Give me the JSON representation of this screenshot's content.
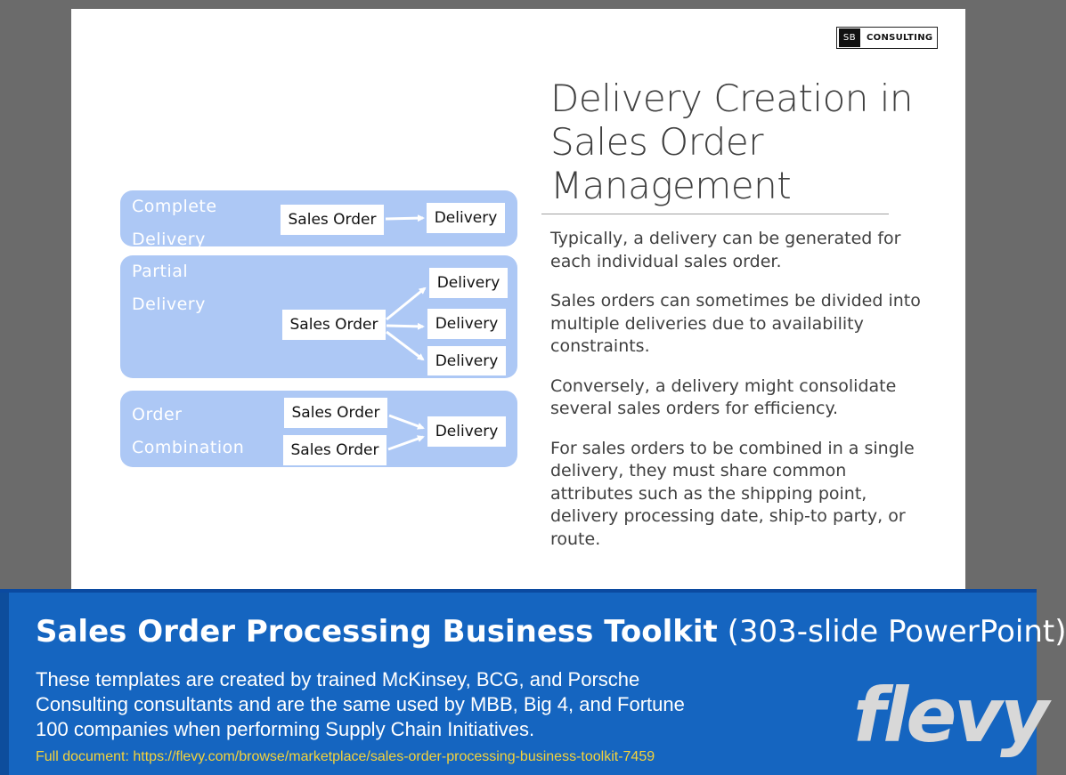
{
  "logo": {
    "mark": "SB",
    "text": "CONSULTING"
  },
  "slide": {
    "title": "Delivery Creation in Sales Order Management",
    "paragraphs": [
      "Typically, a delivery can be generated for each individual sales order.",
      "Sales orders can sometimes be divided into multiple deliveries due to availability constraints.",
      "Conversely, a delivery might consolidate several sales orders for efficiency.",
      "For sales orders to be combined in a single delivery, they must share common attributes such as the shipping point, delivery processing date, ship-to party, or route."
    ]
  },
  "diagram": {
    "complete": {
      "label": "Complete Delivery",
      "source": "Sales Order",
      "target": "Delivery"
    },
    "partial": {
      "label_line1": "Partial",
      "label_line2": "Delivery",
      "source": "Sales Order",
      "targets": [
        "Delivery",
        "Delivery",
        "Delivery"
      ]
    },
    "combination": {
      "label_line1": "Order",
      "label_line2": "Combination",
      "sources": [
        "Sales Order",
        "Sales Order"
      ],
      "target": "Delivery"
    },
    "colors": {
      "panel": "#adc8f5",
      "arrow": "#ffffff"
    }
  },
  "footer": {
    "title_bold": "Sales Order Processing Business Toolkit",
    "title_light": "(303-slide PowerPoint)",
    "description": "These templates are created by trained McKinsey, BCG, and Porsche Consulting consultants and are the same used by MBB, Big 4, and Fortune 100 companies when performing Supply Chain Initiatives.",
    "link": "Full document: https://flevy.com/browse/marketplace/sales-order-processing-business-toolkit-7459",
    "brand": "flevy",
    "colors": {
      "background": "#1565c0",
      "link": "#f4d23b"
    }
  }
}
